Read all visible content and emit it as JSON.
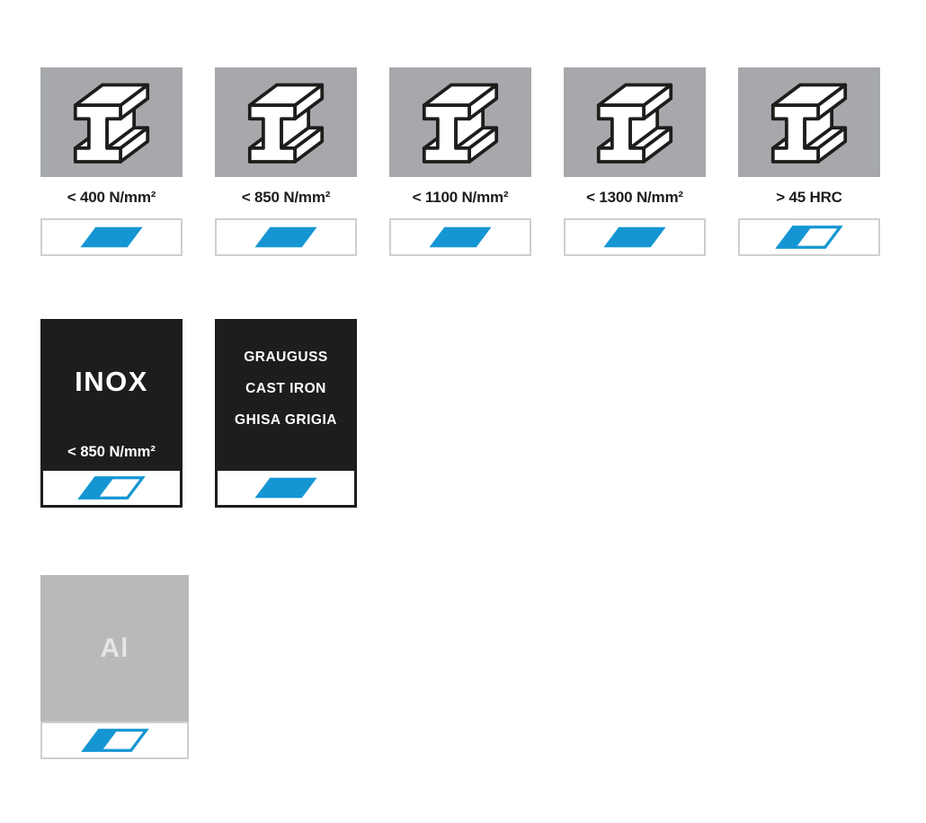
{
  "palette": {
    "tile_gray": "#a6a8ab",
    "aluminum_gray": "#b7b9bb",
    "tile_black": "#1d1d1b",
    "accent_blue": "#1596d3",
    "strip_white": "#ffffff",
    "label_dark": "#1d1d1b",
    "label_light": "#ffffff"
  },
  "icons": {
    "beam": "steel-i-beam-icon",
    "indicator_full": "full-suitability-parallelogram",
    "indicator_partial": "partial-suitability-parallelogram"
  },
  "steel_tiles": [
    {
      "label": "< 400 N/mm²",
      "indicator": "full"
    },
    {
      "label": "< 850 N/mm²",
      "indicator": "full"
    },
    {
      "label": "< 1100 N/mm²",
      "indicator": "full"
    },
    {
      "label": "< 1300 N/mm²",
      "indicator": "full"
    },
    {
      "label": "> 45 HRC",
      "indicator": "partial"
    }
  ],
  "inox_tile": {
    "title": "INOX",
    "label": "< 850 N/mm²",
    "indicator": "partial"
  },
  "cast_iron_tile": {
    "lines": [
      "GRAUGUSS",
      "CAST IRON",
      "GHISA GRIGIA"
    ],
    "indicator": "full"
  },
  "aluminum_tile": {
    "label": "Al",
    "indicator": "partial"
  }
}
